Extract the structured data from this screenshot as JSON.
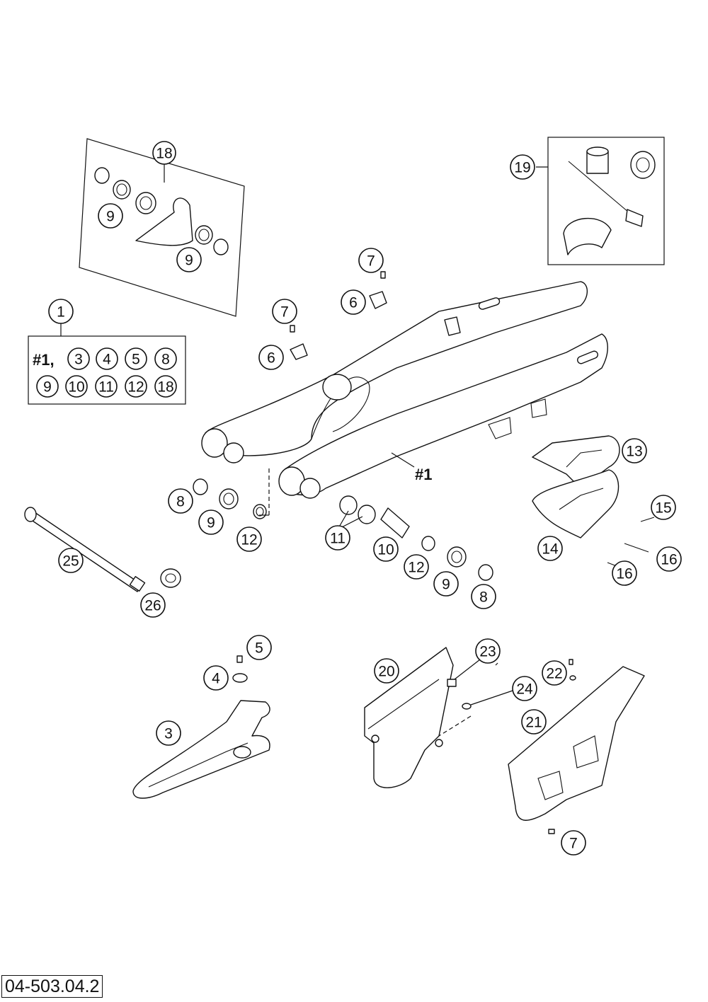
{
  "document_number": "04-503.04.2",
  "frame_label": "#1",
  "kit_label": "#1,",
  "kit_parts": [
    "3",
    "4",
    "5",
    "8",
    "9",
    "10",
    "11",
    "12",
    "18"
  ],
  "callouts": {
    "c1": "1",
    "c3": "3",
    "c4": "4",
    "c5": "5",
    "c6a": "6",
    "c6b": "6",
    "c7a": "7",
    "c7b": "7",
    "c7c": "7",
    "c8a": "8",
    "c8b": "8",
    "c9a": "9",
    "c9b": "9",
    "c9c": "9",
    "c9d": "9",
    "c10": "10",
    "c11": "11",
    "c12a": "12",
    "c12b": "12",
    "c13": "13",
    "c14": "14",
    "c15": "15",
    "c16a": "16",
    "c16b": "16",
    "c18": "18",
    "c19": "19",
    "c20": "20",
    "c21": "21",
    "c22": "22",
    "c23": "23",
    "c24": "24",
    "c25": "25",
    "c26": "26"
  }
}
